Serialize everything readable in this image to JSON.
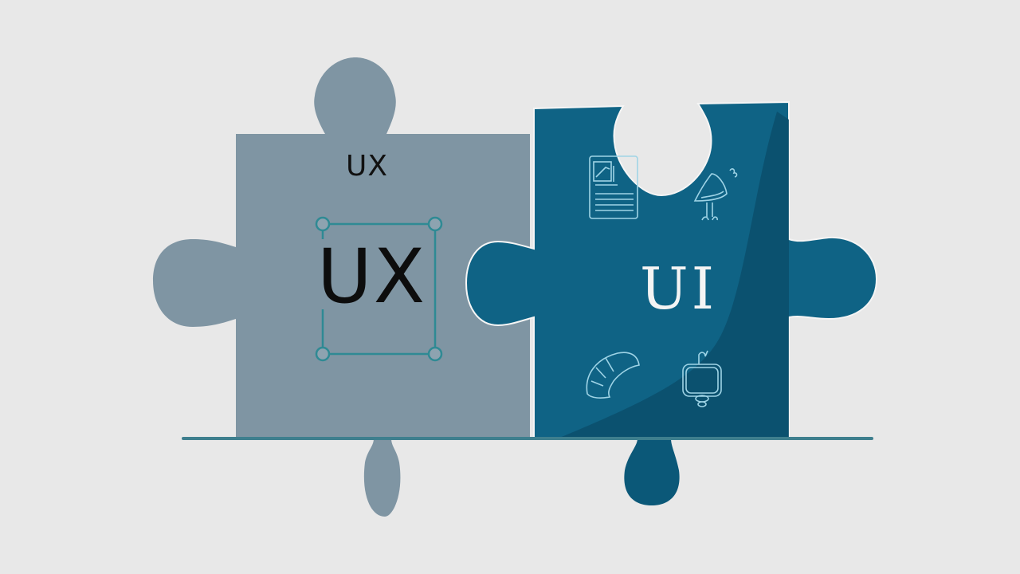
{
  "illustration": {
    "left_piece": {
      "caption": "UX",
      "main_label": "UX",
      "color": "#7f95a3",
      "frame_color": "#2f8a94"
    },
    "right_piece": {
      "main_label": "UI",
      "color": "#0f6385",
      "shade_color": "#0a4e6b",
      "icons": [
        "document-chart-icon",
        "satellite-dish-icon",
        "curved-pipe-icon",
        "tv-screen-icon"
      ]
    },
    "background_color": "#e8e8e8",
    "floor_line_color": "#3e7f8e"
  }
}
